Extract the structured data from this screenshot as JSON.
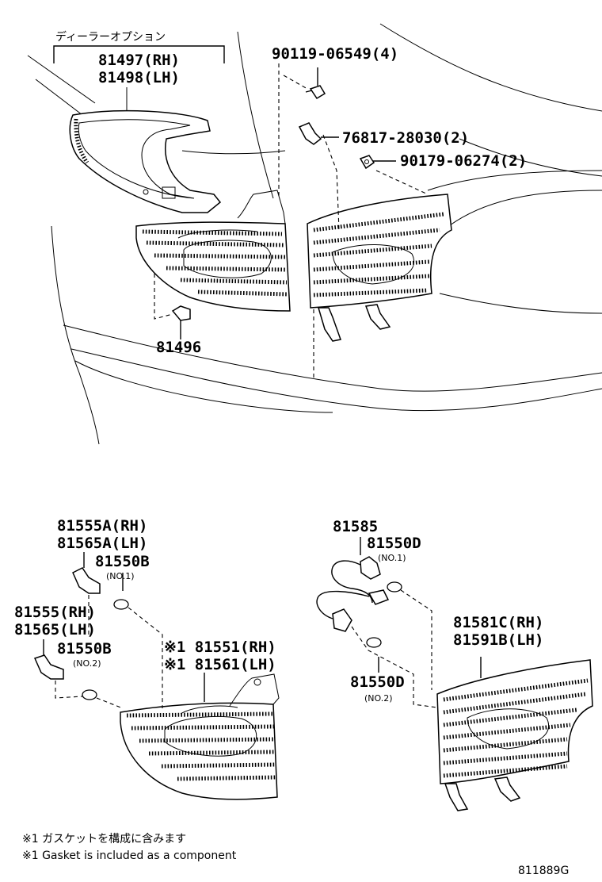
{
  "header": {
    "dealer_option": "ディーラーオプション"
  },
  "top_section": {
    "garnish_rh": "81497(RH)",
    "garnish_lh": "81498(LH)",
    "screw": "90119-06549(4)",
    "clip": "76817-28030(2)",
    "nut": "90179-06274(2)",
    "socket": "81496"
  },
  "bottom_left": {
    "socket_a_rh": "81555A(RH)",
    "socket_a_lh": "81565A(LH)",
    "bulb_b_1": "81550B",
    "bulb_b_1_sub": "(NO.1)",
    "socket_rh": "81555(RH)",
    "socket_lh": "81565(LH)",
    "bulb_b_2": "81550B",
    "bulb_b_2_sub": "(NO.2)",
    "lamp_rh": "※1 81551(RH)",
    "lamp_lh": "※1 81561(LH)"
  },
  "bottom_right": {
    "wire": "81585",
    "bulb_d_1": "81550D",
    "bulb_d_1_sub": "(NO.1)",
    "lamp_rh": "81581C(RH)",
    "lamp_lh": "81591B(LH)",
    "bulb_d_2": "81550D",
    "bulb_d_2_sub": "(NO.2)"
  },
  "footnotes": {
    "jp": "※1 ガスケットを構成に含みます",
    "en": "※1 Gasket is included as a component"
  },
  "figure_id": "811889G"
}
